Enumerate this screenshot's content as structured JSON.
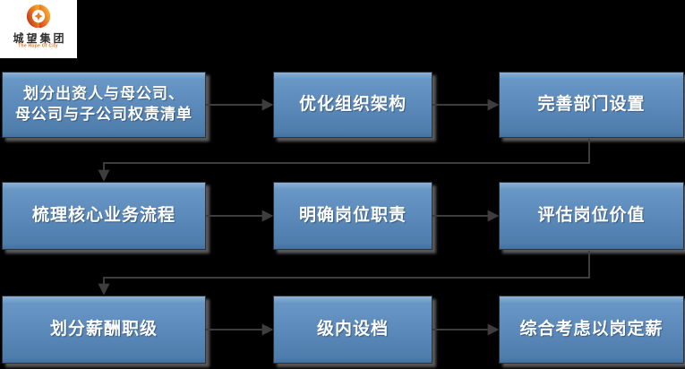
{
  "logo": {
    "company_name": "城望集团",
    "tagline": "The Hope Of City",
    "icon": "swirl-flame-icon",
    "brand_orange": "#e87722",
    "brand_red": "#c6391a"
  },
  "flowchart": {
    "background_color": "#000000",
    "box_fill": "#5b8abb",
    "box_gradient_top": "#8db1d5",
    "box_gradient_bottom": "#44719f",
    "box_border_color": "#2d3238",
    "box_text_color": "#ffffff",
    "connector_color": "#3d3d3d",
    "shadow_color": "#a3a3a3",
    "rows": [
      {
        "boxes": [
          {
            "label": "划分出资人与母公司、\n母公司与子公司权责清单"
          },
          {
            "label": "优化组织架构"
          },
          {
            "label": "完善部门设置"
          }
        ]
      },
      {
        "boxes": [
          {
            "label": "梳理核心业务流程"
          },
          {
            "label": "明确岗位职责"
          },
          {
            "label": "评估岗位价值"
          }
        ]
      },
      {
        "boxes": [
          {
            "label": "划分薪酬职级"
          },
          {
            "label": "级内设档"
          },
          {
            "label": "综合考虑以岗定薪"
          }
        ]
      }
    ]
  }
}
